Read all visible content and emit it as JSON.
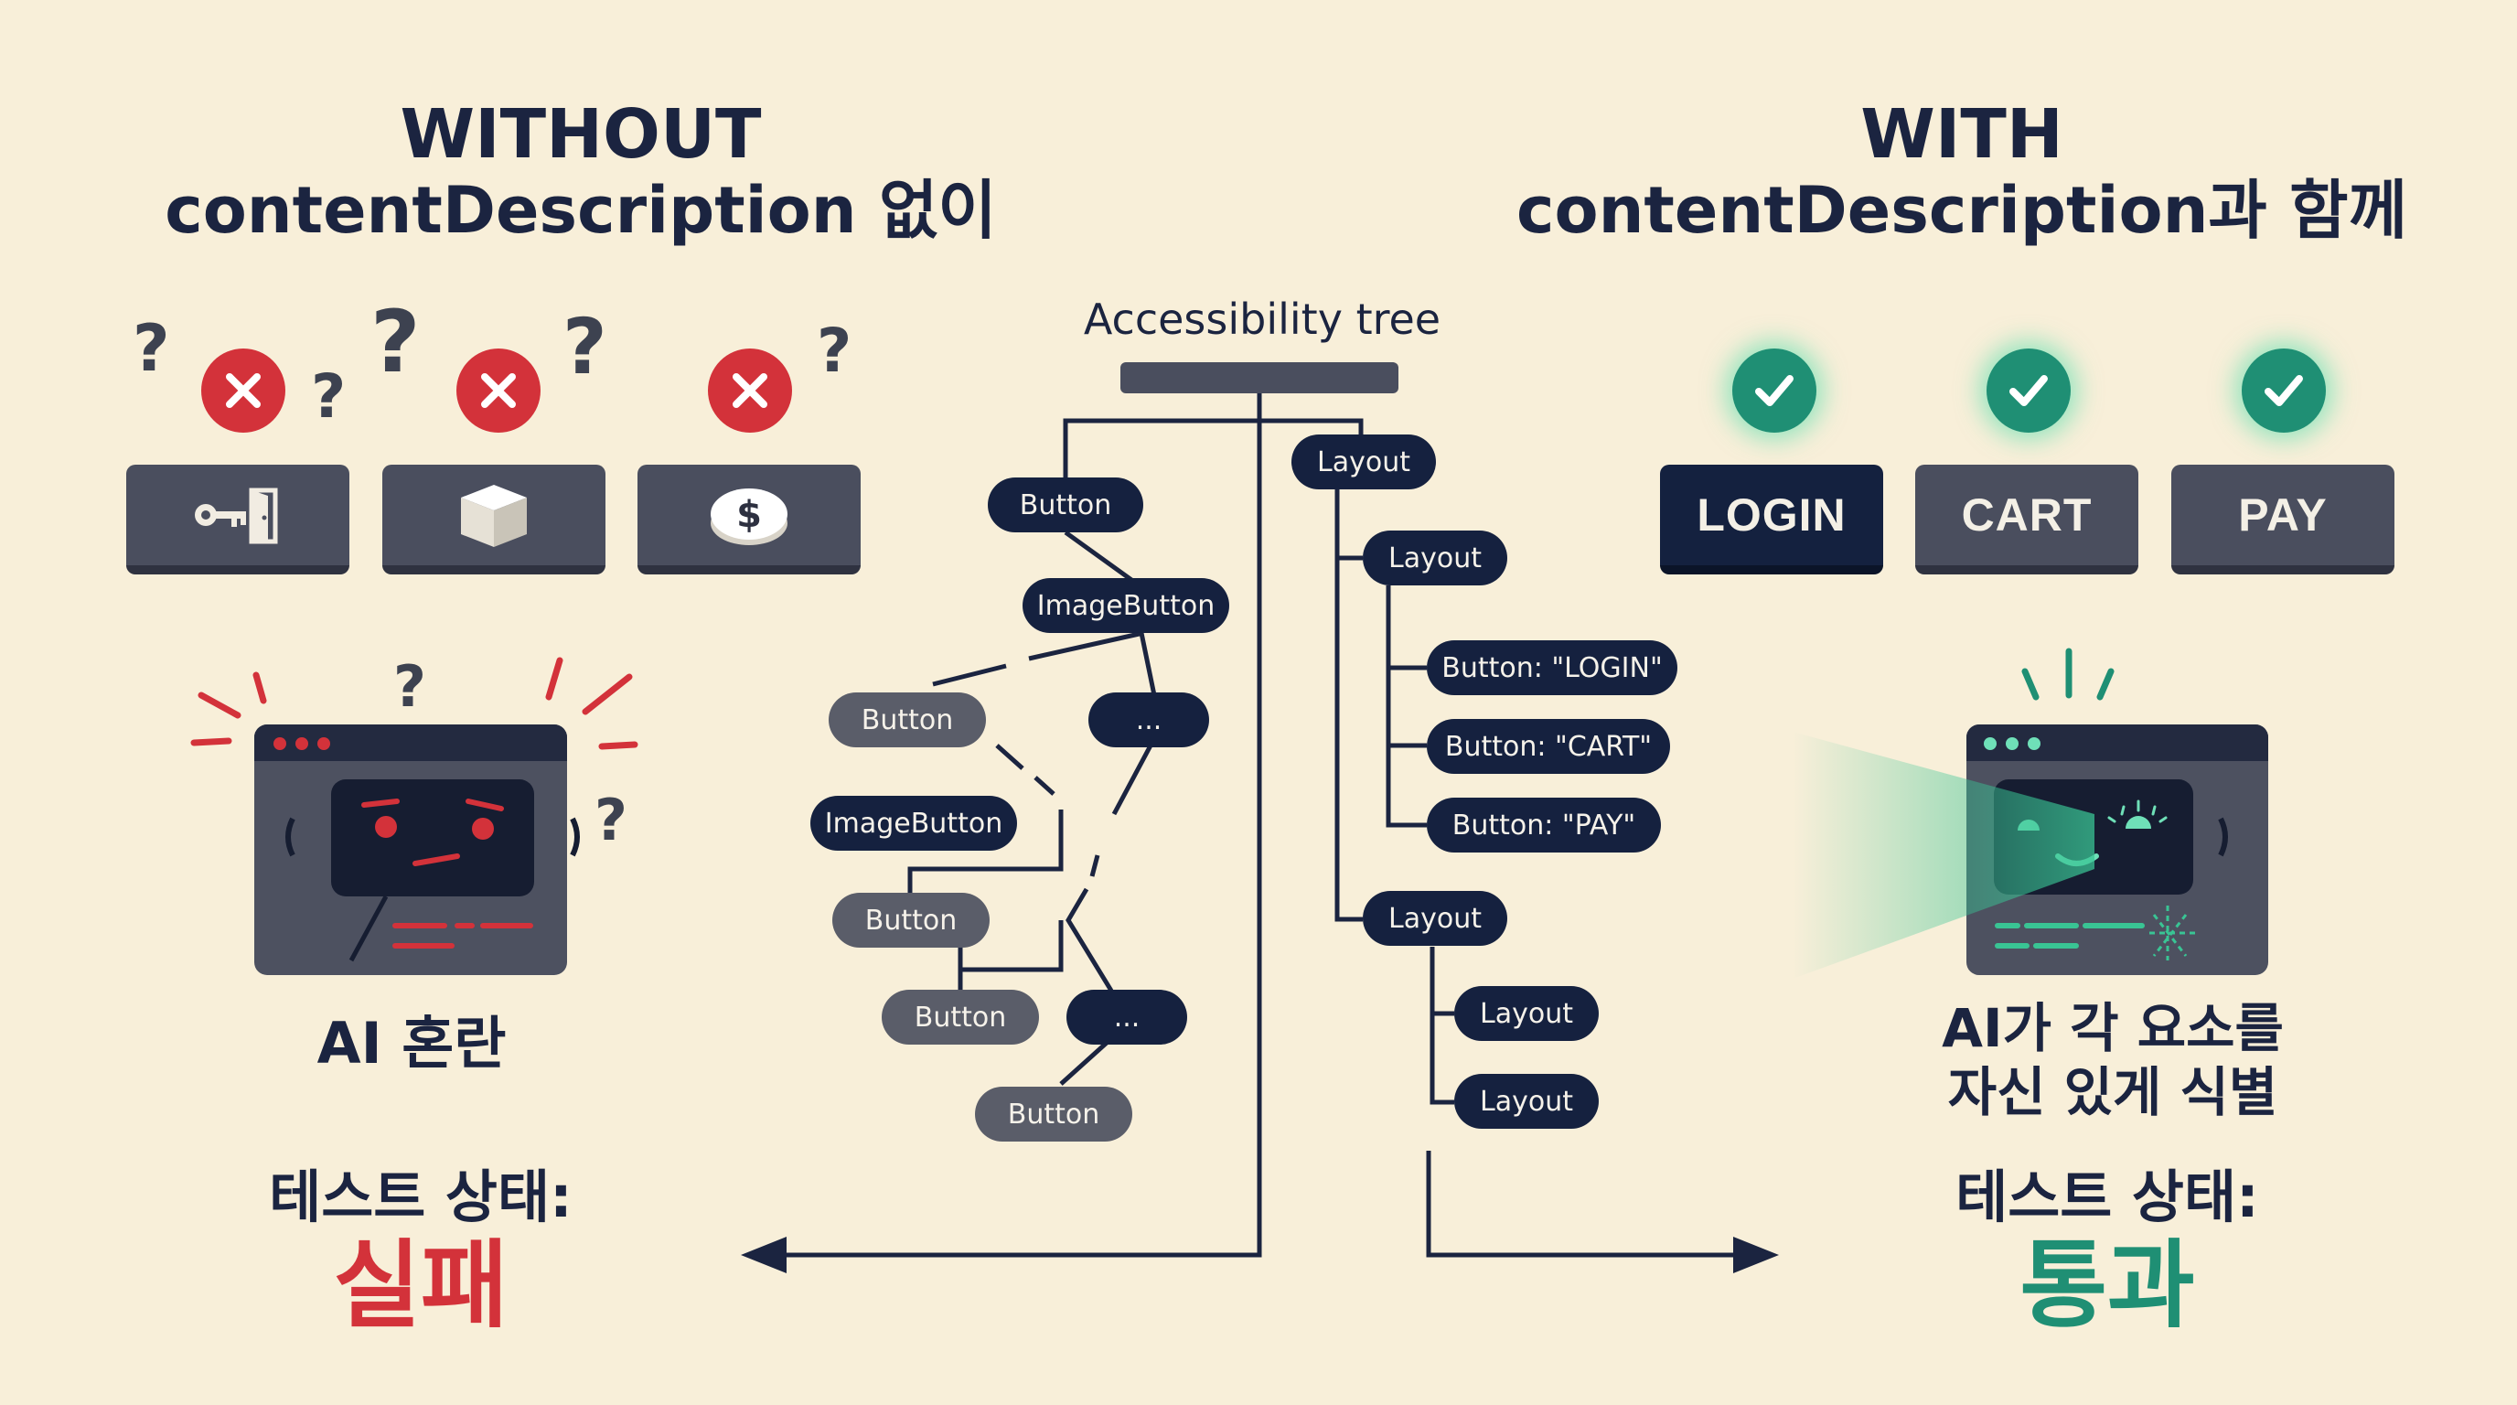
{
  "left": {
    "title_line1": "WITHOUT",
    "title_line2": "contentDescription 없이",
    "caption": "AI 혼란",
    "status_label": "테스트 상태:",
    "status_value": "실패"
  },
  "right": {
    "title_line1": "WITH",
    "title_line2": "contentDescription과 함께",
    "buttons": [
      "LOGIN",
      "CART",
      "PAY"
    ],
    "caption_line1": "AI가 각 요소를",
    "caption_line2": "자신 있게 식별",
    "status_label": "테스트 상태:",
    "status_value": "통과"
  },
  "tree": {
    "title": "Accessibility tree",
    "left_nodes": {
      "n1": "Button",
      "n2": "ImageButton",
      "n3": "Button",
      "n4": "...",
      "n5": "ImageButton",
      "n6": "Button",
      "n7": "Button",
      "n8": "...",
      "n9": "Button"
    },
    "right_nodes": {
      "r1": "Layout",
      "r2": "Layout",
      "r3": "Button: \"LOGIN\"",
      "r4": "Button: \"CART\"",
      "r5": "Button: \"PAY\"",
      "r6": "Layout",
      "r7": "Layout",
      "r8": "Layout"
    }
  },
  "colors": {
    "background": "#f8efd9",
    "navy": "#15213f",
    "fail_red": "#d3323a",
    "pass_green": "#1f8f74",
    "gray_button": "#4a4e5e"
  },
  "icons": {
    "left_buttons": [
      "key-door-icon",
      "box-icon",
      "coin-icon"
    ],
    "left_badges": "x-icon",
    "right_badges": "check-icon"
  }
}
